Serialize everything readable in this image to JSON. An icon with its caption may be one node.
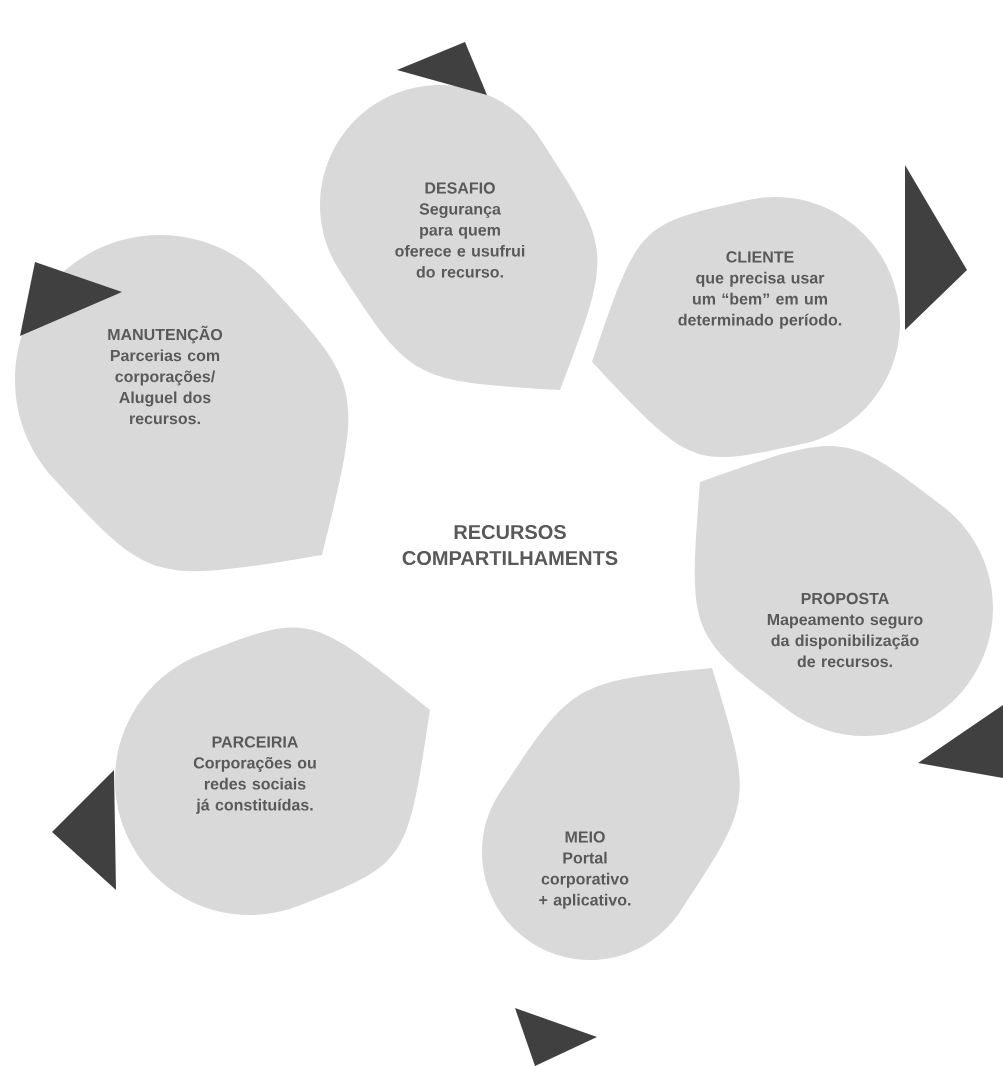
{
  "diagram": {
    "nodes": [
      {
        "text": [
          "DESAFIO",
          "Segurança para quem oferece e usufrui do recurso."
        ]
      },
      {
        "text": [
          "CLIENTE",
          "que precisa usar um “bem” em um determinado período."
        ]
      },
      {
        "text": [
          "PROPOSTA",
          "Mapeamento seguro da disponibilização de recursos."
        ]
      },
      {
        "text": [
          "MEIO",
          "Portal corporativo + aplicativo."
        ]
      },
      {
        "text": [
          "PARCEIRIA",
          "Corporações ou redes sociais já constituídas."
        ]
      },
      {
        "text": [
          "MANUTENÇÃO",
          "Parcerias com corporações/ Aluguel dos recursos."
        ]
      }
    ],
    "labels": [
      "RECURSOS COMPARTILHAMENTS"
    ]
  }
}
